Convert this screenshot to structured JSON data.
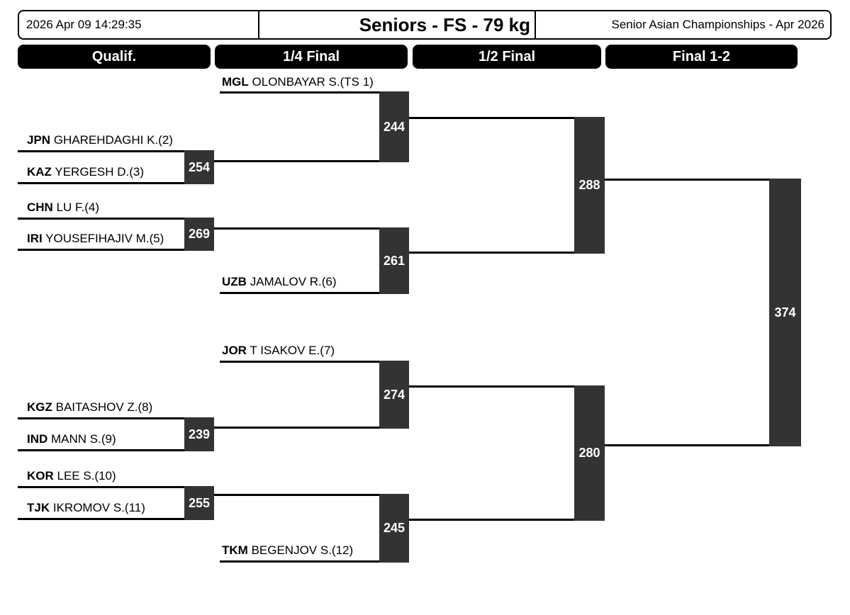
{
  "header": {
    "timestamp": "2026 Apr 09 14:29:35",
    "title": "Seniors - FS - 79 kg",
    "event_name": "Senior Asian Championships - Apr 2026"
  },
  "rounds": [
    {
      "label": "Qualif."
    },
    {
      "label": "1/4 Final"
    },
    {
      "label": "1/2 Final"
    },
    {
      "label": "Final 1-2"
    }
  ],
  "colors": {
    "round_header_bg": "#000000",
    "match_box": "#333333",
    "line": "#000000",
    "box_text": "#ffffff"
  },
  "entries": [
    {
      "country": "MGL",
      "name": "OLONBAYAR S.(TS 1)"
    },
    {
      "country": "JPN",
      "name": "GHAREHDAGHI K.(2)"
    },
    {
      "country": "KAZ",
      "name": "YERGESH D.(3)"
    },
    {
      "country": "CHN",
      "name": "LU F.(4)"
    },
    {
      "country": "IRI",
      "name": "YOUSEFIHAJIV M.(5)"
    },
    {
      "country": "UZB",
      "name": "JAMALOV R.(6)"
    },
    {
      "country": "JOR",
      "name": "T ISAKOV E.(7)"
    },
    {
      "country": "KGZ",
      "name": "BAITASHOV Z.(8)"
    },
    {
      "country": "IND",
      "name": "MANN S.(9)"
    },
    {
      "country": "KOR",
      "name": "LEE S.(10)"
    },
    {
      "country": "TJK",
      "name": "IKROMOV S.(11)"
    },
    {
      "country": "TKM",
      "name": "BEGENJOV S.(12)"
    }
  ],
  "matches": {
    "qualif": [
      {
        "number": "254"
      },
      {
        "number": "269"
      },
      {
        "number": "239"
      },
      {
        "number": "255"
      }
    ],
    "quarterfinals": [
      {
        "number": "244"
      },
      {
        "number": "261"
      },
      {
        "number": "274"
      },
      {
        "number": "245"
      }
    ],
    "semifinals": [
      {
        "number": "288"
      },
      {
        "number": "280"
      }
    ],
    "final": [
      {
        "number": "374"
      }
    ]
  }
}
